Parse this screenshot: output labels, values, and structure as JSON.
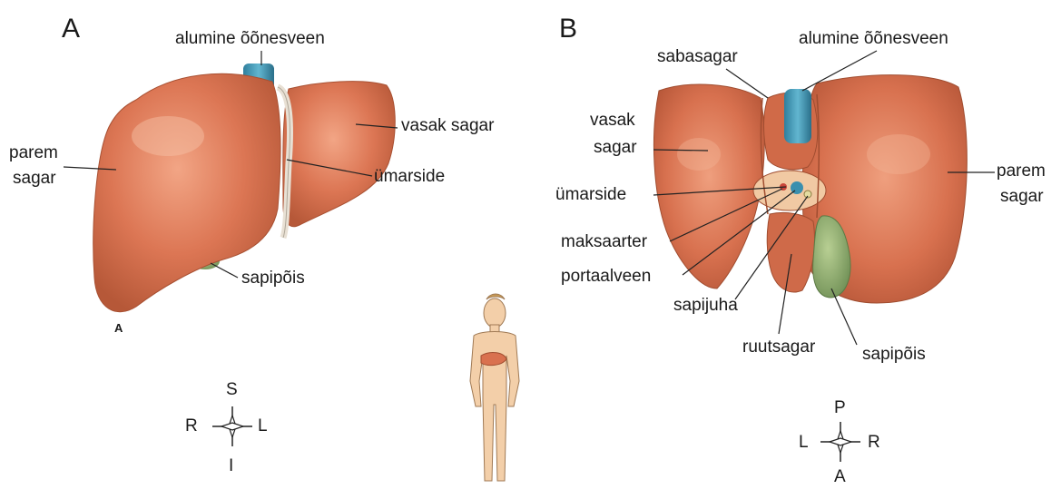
{
  "panel_a": {
    "letter": "A",
    "small_mark": "A",
    "labels": {
      "ivc": "alumine õõnesveen",
      "right_lobe_line1": "parem",
      "right_lobe_line2": "sagar",
      "left_lobe": "vasak sagar",
      "round_ligament": "ümarside",
      "gallbladder": "sapipõis"
    },
    "compass": {
      "top": "S",
      "left": "R",
      "right": "L",
      "bottom": "I"
    }
  },
  "panel_b": {
    "letter": "B",
    "labels": {
      "caudate_lobe": "sabasagar",
      "ivc": "alumine õõnesveen",
      "left_lobe_line1": "vasak",
      "left_lobe_line2": "sagar",
      "round_ligament": "ümarside",
      "hepatic_artery": "maksaarter",
      "portal_vein": "portaalveen",
      "bile_duct": "sapijuha",
      "quadrate_lobe": "ruutsagar",
      "gallbladder": "sapipõis",
      "right_lobe_line1": "parem",
      "right_lobe_line2": "sagar"
    },
    "compass": {
      "top": "P",
      "left": "L",
      "right": "R",
      "bottom": "A"
    }
  },
  "colors": {
    "liver": "#d9714f",
    "liver_dark": "#b85a3c",
    "liver_light": "#ec9a7c",
    "vein": "#3b8fae",
    "gallbladder": "#8aa86e",
    "skin": "#f3cfa9",
    "hair": "#c79a55",
    "leader": "#222222"
  }
}
